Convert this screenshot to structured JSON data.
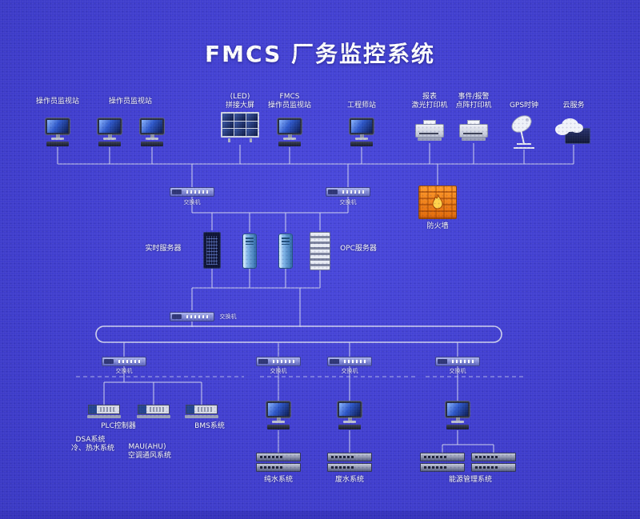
{
  "title": "FMCS 厂务监控系统",
  "colors": {
    "background": "#4140d0",
    "wire": "#dde0f0",
    "firewall_orange": "#f07818",
    "text": "#ffffff"
  },
  "top_row": {
    "operator_station_label_1": "操作员监视站",
    "operator_station_label_2": "操作员监视站",
    "video_wall_line1": "(LED)",
    "video_wall_line2": "拼接大屏",
    "fmcs_station_line1": "FMCS",
    "fmcs_station_line2": "操作员监视站",
    "engineer_station": "工程师站",
    "laser_printer_line1": "报表",
    "laser_printer_line2": "激光打印机",
    "alarm_printer_line1": "事件/报警",
    "alarm_printer_line2": "点阵打印机",
    "gps_clock": "GPS时钟",
    "cloud_service": "云服务"
  },
  "middle": {
    "switch_a": "交换机",
    "switch_b": "交换机",
    "firewall": "防火墙",
    "realtime_server": "实时服务器",
    "opc_server": "OPC服务器",
    "core_switch": "交换机"
  },
  "ring_switches": {
    "sw1": "交换机",
    "sw2": "交换机",
    "sw3": "交换机",
    "sw4": "交换机"
  },
  "bottom": {
    "plc_controller": "PLC控制器",
    "bms_system": "BMS系统",
    "dsa_line1": "DSA系统",
    "dsa_line2": "冷、热水系统",
    "mau_line1": "MAU(AHU)",
    "mau_line2": "空调通风系统",
    "pure_water_system": "纯水系统",
    "waste_water_system": "废水系统",
    "energy_management_system": "能源管理系统"
  }
}
